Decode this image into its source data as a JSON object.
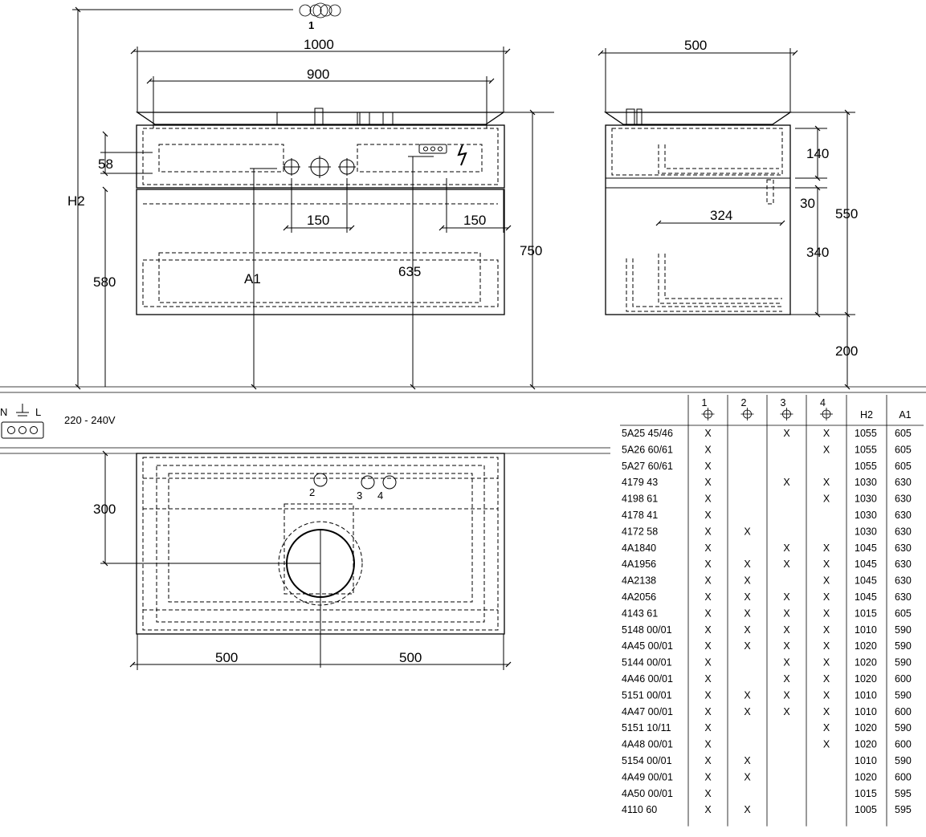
{
  "front": {
    "top_label": "1",
    "w_outer": "1000",
    "w_inner": "900",
    "h2": "H2",
    "d58": "58",
    "d580": "580",
    "d150a": "150",
    "d150b": "150",
    "a1": "A1",
    "d635": "635",
    "d750": "750"
  },
  "side": {
    "depth": "500",
    "d140": "140",
    "d30": "30",
    "d324": "324",
    "d340": "340",
    "d550": "550",
    "d200": "200"
  },
  "electrical": {
    "n": "N",
    "l": "L",
    "voltage": "220 - 240V"
  },
  "plan": {
    "d300": "300",
    "left": "500",
    "right": "500",
    "h2": "2",
    "h3": "3",
    "h4": "4"
  },
  "table": {
    "headers": [
      "1",
      "2",
      "3",
      "4",
      "H2",
      "A1"
    ],
    "rows": [
      [
        "5A25 45/46",
        "X",
        "",
        "X",
        "X",
        "1055",
        "605"
      ],
      [
        "5A26 60/61",
        "X",
        "",
        "",
        "X",
        "1055",
        "605"
      ],
      [
        "5A27 60/61",
        "X",
        "",
        "",
        "",
        "1055",
        "605"
      ],
      [
        "4179 43",
        "X",
        "",
        "X",
        "X",
        "1030",
        "630"
      ],
      [
        "4198 61",
        "X",
        "",
        "",
        "X",
        "1030",
        "630"
      ],
      [
        "4178 41",
        "X",
        "",
        "",
        "",
        "1030",
        "630"
      ],
      [
        "4172 58",
        "X",
        "X",
        "",
        "",
        "1030",
        "630"
      ],
      [
        "4A1840",
        "X",
        "",
        "X",
        "X",
        "1045",
        "630"
      ],
      [
        "4A1956",
        "X",
        "X",
        "X",
        "X",
        "1045",
        "630"
      ],
      [
        "4A2138",
        "X",
        "X",
        "",
        "X",
        "1045",
        "630"
      ],
      [
        "4A2056",
        "X",
        "X",
        "X",
        "X",
        "1045",
        "630"
      ],
      [
        "4143 61",
        "X",
        "X",
        "X",
        "X",
        "1015",
        "605"
      ],
      [
        "5148 00/01",
        "X",
        "X",
        "X",
        "X",
        "1010",
        "590"
      ],
      [
        "4A45 00/01",
        "X",
        "X",
        "X",
        "X",
        "1020",
        "590"
      ],
      [
        "5144 00/01",
        "X",
        "",
        "X",
        "X",
        "1020",
        "590"
      ],
      [
        "4A46 00/01",
        "X",
        "",
        "X",
        "X",
        "1020",
        "600"
      ],
      [
        "5151 00/01",
        "X",
        "X",
        "X",
        "X",
        "1010",
        "590"
      ],
      [
        "4A47 00/01",
        "X",
        "X",
        "X",
        "X",
        "1010",
        "600"
      ],
      [
        "5151 10/11",
        "X",
        "",
        "",
        "X",
        "1020",
        "590"
      ],
      [
        "4A48 00/01",
        "X",
        "",
        "",
        "X",
        "1020",
        "600"
      ],
      [
        "5154 00/01",
        "X",
        "X",
        "",
        "",
        "1010",
        "590"
      ],
      [
        "4A49 00/01",
        "X",
        "X",
        "",
        "",
        "1020",
        "600"
      ],
      [
        "4A50 00/01",
        "X",
        "",
        "",
        "",
        "1015",
        "595"
      ],
      [
        "4110 60",
        "X",
        "X",
        "",
        "",
        "1005",
        "595"
      ]
    ]
  }
}
